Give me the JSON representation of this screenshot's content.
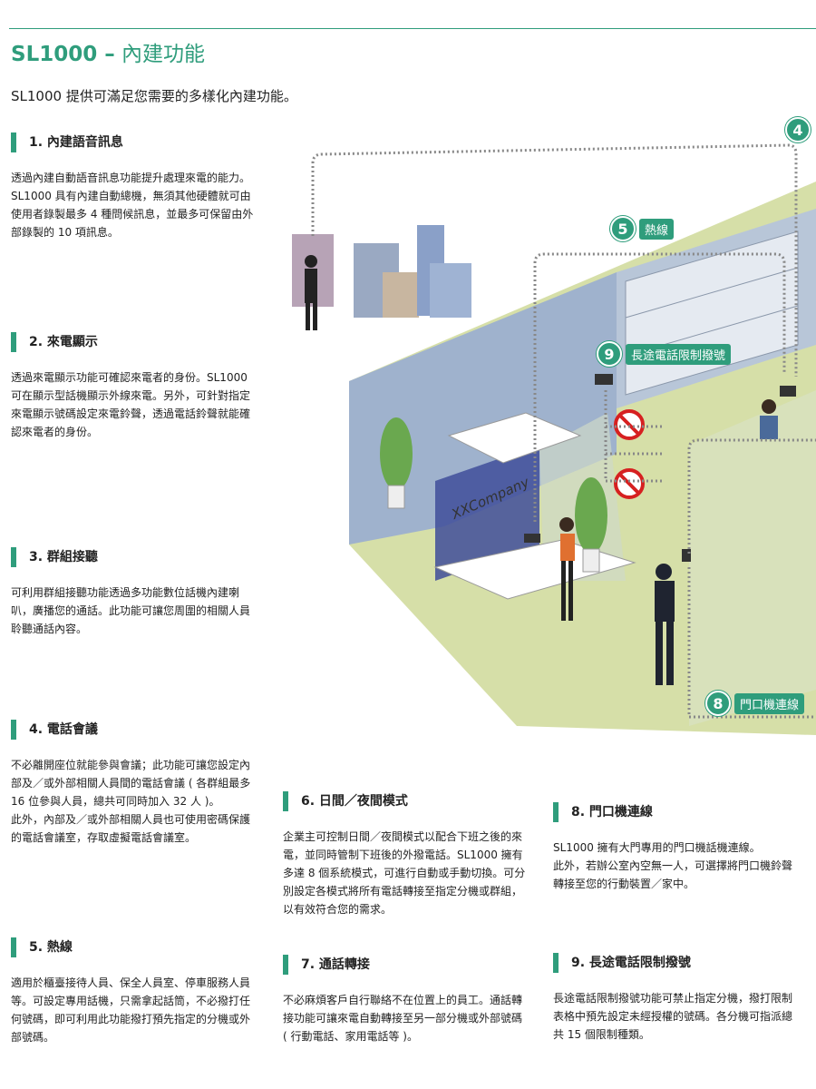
{
  "header": {
    "title_bold": "SL1000 –",
    "title_rest": " 內建功能",
    "subtitle": "SL1000 提供可滿足您需要的多樣化內建功能。"
  },
  "sections": [
    {
      "title": "1. 內建語音訊息",
      "body": [
        "透過內建自動語音訊息功能提升處理來電的能力。 SL1000 具有內建自動總機，無須其他硬體就可由使用者錄製最多 4 種問候訊息，並最多可保留由外部錄製的 10 項訊息。"
      ]
    },
    {
      "title": "2. 來電顯示",
      "body": [
        "透過來電顯示功能可確認來電者的身份。SL1000 可在顯示型話機顯示外線來電。另外，可針對指定來電顯示號碼設定來電鈴聲，透過電話鈴聲就能確認來電者的身份。"
      ]
    },
    {
      "title": "3. 群組接聽",
      "body": [
        "可利用群組接聽功能透過多功能數位話機內建喇叭，廣播您的通話。此功能可讓您周圍的相關人員聆聽通話內容。"
      ]
    },
    {
      "title": "4. 電話會議",
      "body": [
        "不必離開座位就能參與會議；此功能可讓您設定內部及／或外部相關人員間的電話會議 ( 各群組最多 16 位參與人員，總共可同時加入 32 人 )。",
        "此外，內部及／或外部相關人員也可使用密碼保護的電話會議室，存取虛擬電話會議室。"
      ]
    },
    {
      "title": "5. 熱線",
      "body": [
        "適用於櫃臺接待人員、保全人員室、停車服務人員等。可設定專用話機，只需拿起話筒，不必撥打任何號碼，即可利用此功能撥打預先指定的分機或外部號碼。"
      ]
    },
    {
      "title": "6. 日間／夜間模式",
      "body": [
        "企業主可控制日間／夜間模式以配合下班之後的來電，並同時管制下班後的外撥電話。SL1000 擁有多達 8 個系統模式，可進行自動或手動切換。可分別設定各模式將所有電話轉接至指定分機或群組，以有效符合您的需求。"
      ]
    },
    {
      "title": "7. 通話轉接",
      "body": [
        "不必麻煩客戶自行聯絡不在位置上的員工。通話轉接功能可讓來電自動轉接至另一部分機或外部號碼 ( 行動電話、家用電話等 )。"
      ]
    },
    {
      "title": "8. 門口機連線",
      "body": [
        "SL1000 擁有大門專用的門口機話機連線。",
        "此外，若辦公室內空無一人，可選擇將門口機鈴聲轉接至您的行動裝置／家中。"
      ]
    },
    {
      "title": "9. 長途電話限制撥號",
      "body": [
        "長途電話限制撥號功能可禁止指定分機，撥打限制表格中預先設定未經授權的號碼。各分機可指派總共 15 個限制種類。"
      ]
    }
  ],
  "diagram": {
    "badges": [
      {
        "num": "4",
        "label": ""
      },
      {
        "num": "5",
        "label": "熱線"
      },
      {
        "num": "9",
        "label": "長途電話限制撥號"
      },
      {
        "num": "8",
        "label": "門口機連線"
      }
    ],
    "company_label": "XXCompany"
  },
  "colors": {
    "accent": "#2f9d7c",
    "wall": "#8fa6c4",
    "floor": "#d6dfa8",
    "partition": "#4a56a0"
  }
}
